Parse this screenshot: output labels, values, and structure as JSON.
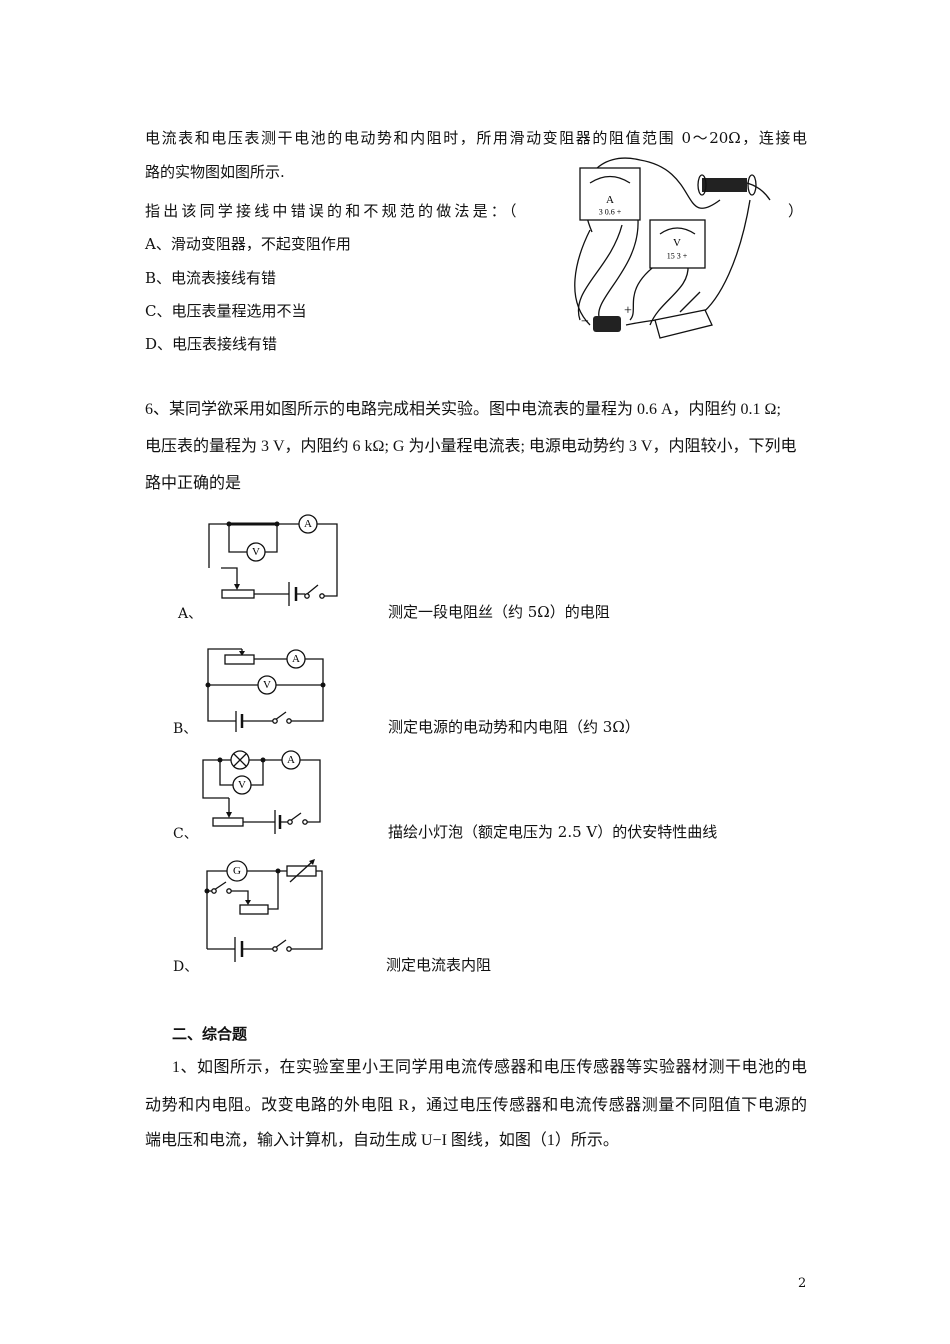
{
  "q5": {
    "line1": "电流表和电压表测干电池的电动势和内阻时，所用滑动变阻器的阻值范围 0～20Ω，连接电",
    "line2": "路的实物图如图所示.",
    "prompt": "指出该同学接线中错误的和不规范的做法是：（",
    "close_paren": "）",
    "options": [
      "A、滑动变阻器，不起变阻作用",
      "B、电流表接线有错",
      "C、电压表量程选用不当",
      "D、电压表接线有错"
    ],
    "figure": {
      "ammeter_label": "A",
      "ammeter_terminals": "3  0.6 +",
      "voltmeter_label": "V",
      "voltmeter_terminals": "15  3  +",
      "battery_plus": "+",
      "battery_minus": "−"
    }
  },
  "q6": {
    "line1": "6、某同学欲采用如图所示的电路完成相关实验。图中电流表的量程为 0.6 A，内阻约 0.1 Ω;",
    "line2": "电压表的量程为 3 V，内阻约 6 kΩ; G 为小量程电流表; 电源电动势约 3 V，内阻较小，下列电",
    "line3": "路中正确的是",
    "options": [
      {
        "label": "A、",
        "desc": "测定一段电阻丝（约 5Ω）的电阻"
      },
      {
        "label": "B、",
        "desc": "测定电源的电动势和内电阻（约 3Ω）"
      },
      {
        "label": "C、",
        "desc": "描绘小灯泡（额定电压为 2.5 V）的伏安特性曲线"
      },
      {
        "label": "D、",
        "desc": "测定电流表内阻"
      }
    ],
    "meters": {
      "ammeter": "A",
      "voltmeter": "V",
      "galvanometer": "G"
    }
  },
  "section2": {
    "title": "二、综合题",
    "q1_line1": "1、如图所示，在实验室里小王同学用电流传感器和电压传感器等实验器材测干电池的电",
    "q1_line2": "动势和内电阻。改变电路的外电阻 R，通过电压传感器和电流传感器测量不同阻值下电源的",
    "q1_line3": "端电压和电流，输入计算机，自动生成 U−I 图线，如图（1）所示。"
  },
  "page_number": "2"
}
